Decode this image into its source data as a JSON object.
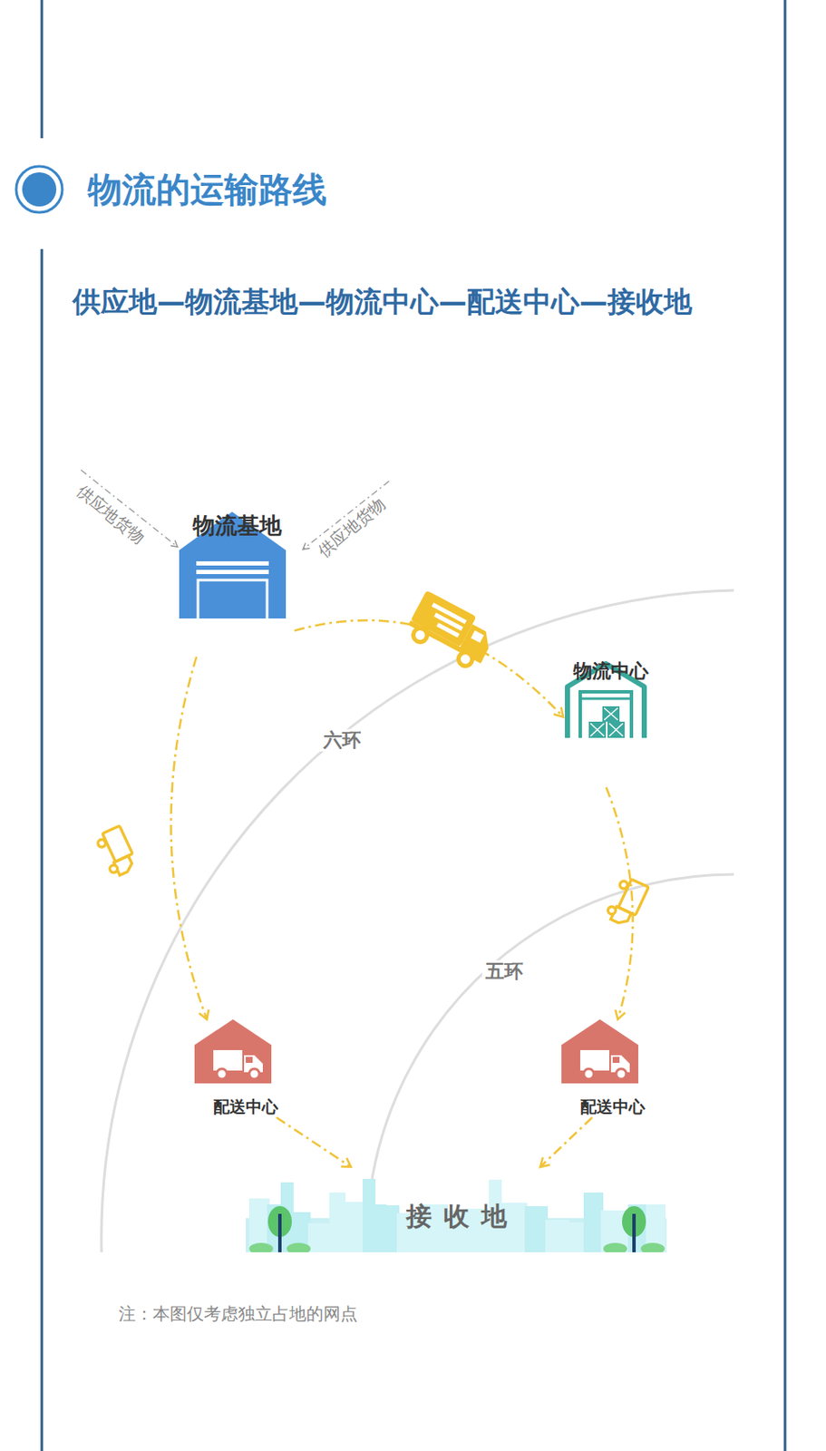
{
  "diagram": {
    "title": "物流的运输路线",
    "nodes": [
      {
        "text": [
          "物流基地"
        ]
      },
      {
        "text": [
          "物流中心"
        ]
      },
      {
        "text": [
          "配送中心"
        ]
      },
      {
        "text": [
          "配送中心"
        ]
      },
      {
        "text": [
          "接收地"
        ]
      }
    ],
    "edges": [
      {
        "from": 0,
        "to": 1,
        "arrow": "to"
      },
      {
        "from": 0,
        "to": 2,
        "arrow": "to"
      },
      {
        "from": 1,
        "to": 3,
        "arrow": "to"
      },
      {
        "from": 2,
        "to": 4,
        "arrow": "to"
      },
      {
        "from": 3,
        "to": 4,
        "arrow": "to"
      }
    ],
    "labels": [
      "供应地—物流基地—物流中心—配送中心—接收地",
      "供应地货物",
      "供应地货物",
      "六环",
      "五环",
      "注：本图仅考虑独立占地的网点"
    ]
  }
}
